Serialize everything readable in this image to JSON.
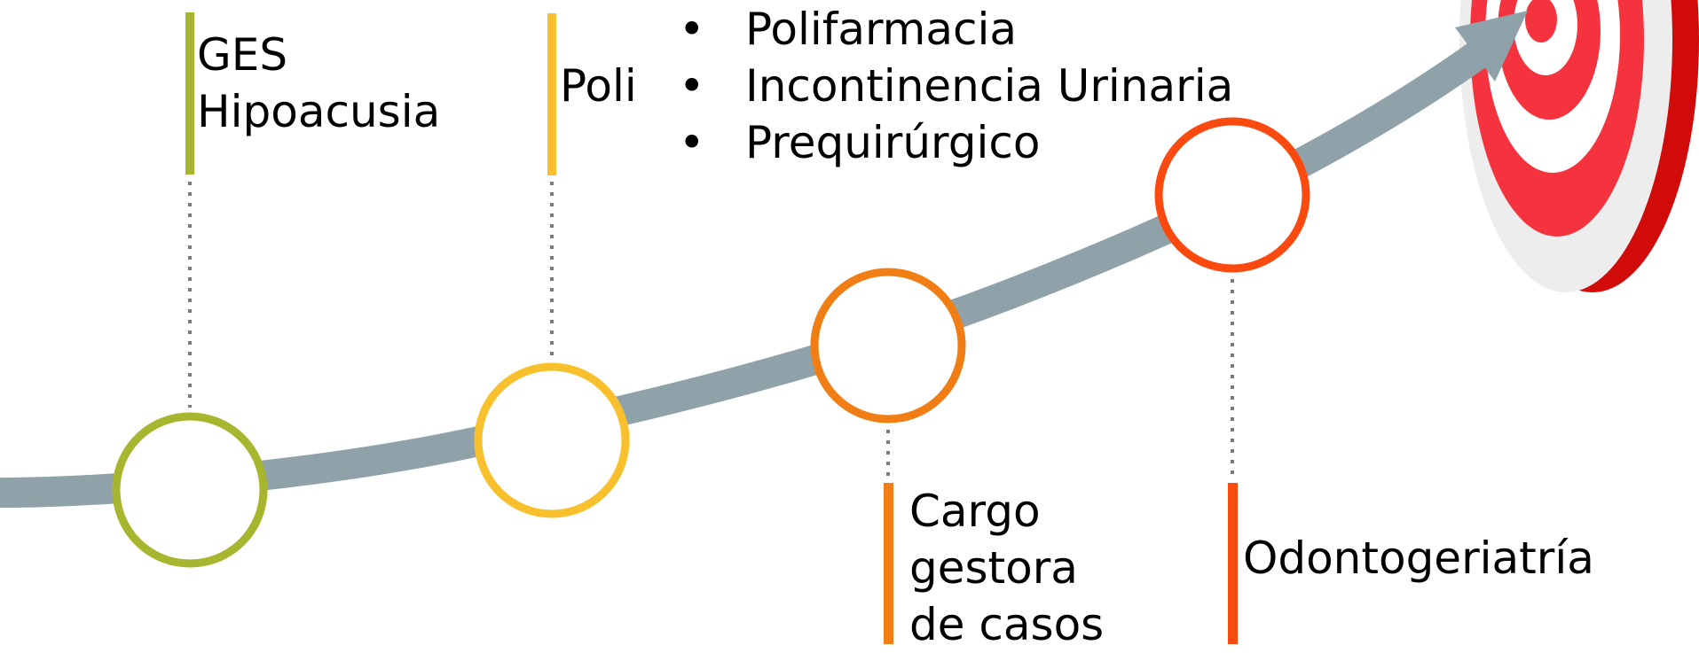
{
  "milestones": [
    {
      "id": "ges",
      "lines": [
        "GES",
        "Hipoacusia"
      ],
      "color": "#a8b52e"
    },
    {
      "id": "poli",
      "text": "Poli",
      "color": "#f9c02e"
    },
    {
      "id": "cargo",
      "lines": [
        "Cargo",
        "gestora",
        "de casos"
      ],
      "color": "#f07e14"
    },
    {
      "id": "odonto",
      "text": "Odontogeriatría",
      "color": "#fb4a10"
    }
  ],
  "poli_items": [
    "Polifarmacia",
    "Incontinencia Urinaria",
    "Prequirúrgico"
  ],
  "colors": {
    "path": "#8fa2aa",
    "connector": "#7a7a7a",
    "target_red": "#f5333f",
    "target_dark_red": "#d10a0a",
    "target_white": "#ffffff",
    "target_grey": "#ededed"
  }
}
